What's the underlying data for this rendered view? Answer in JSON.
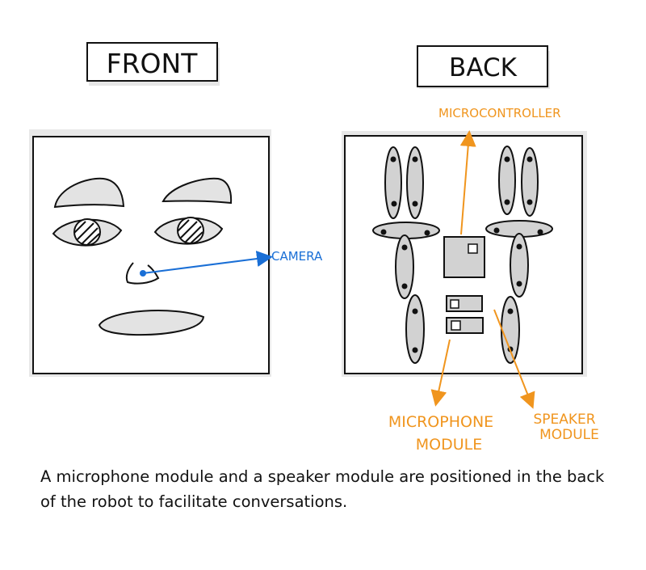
{
  "front": {
    "title": "FRONT"
  },
  "back": {
    "title": "BACK"
  },
  "labels": {
    "camera": "CAMERA",
    "microcontroller": "MICROCONTROLLER",
    "microphone_line1": "MICROPHONE",
    "microphone_line2": "MODULE",
    "speaker_line1": "SPEAKER",
    "speaker_line2": "MODULE"
  },
  "caption": "A microphone module and a speaker module are positioned in the back of the robot to facilitate conversations.",
  "colors": {
    "blue": "#1a6fd6",
    "orange": "#f0951e",
    "gray": "#d2d2d2",
    "ink": "#111111"
  }
}
